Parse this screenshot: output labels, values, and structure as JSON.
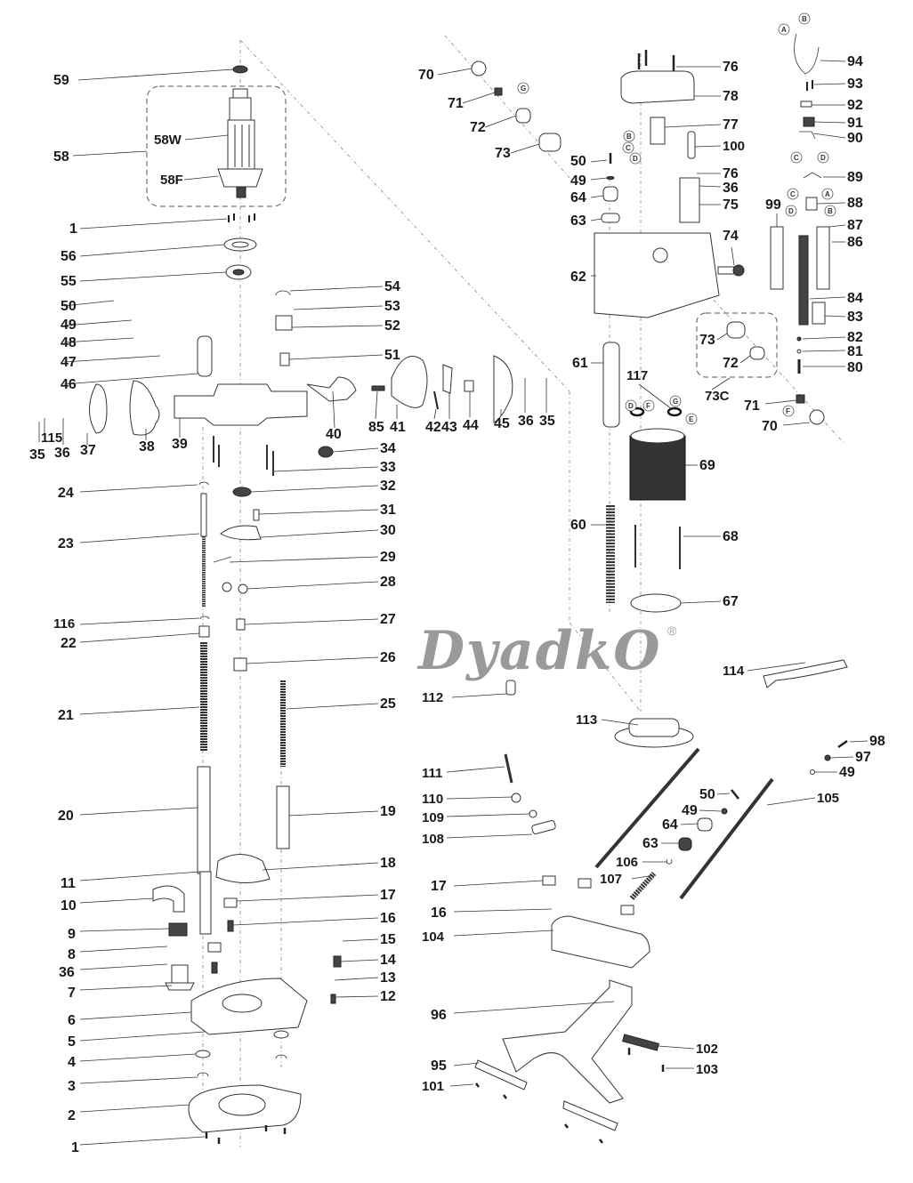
{
  "diagram": {
    "title": "Router exploded parts view",
    "watermark": {
      "text": "DyadkO",
      "registered": "®"
    },
    "labels": [
      {
        "id": "59",
        "text": "59"
      },
      {
        "id": "58",
        "text": "58"
      },
      {
        "id": "58W",
        "text": "58W"
      },
      {
        "id": "58F",
        "text": "58F"
      },
      {
        "id": "1a",
        "text": "1"
      },
      {
        "id": "56",
        "text": "56"
      },
      {
        "id": "55",
        "text": "55"
      },
      {
        "id": "54",
        "text": "54"
      },
      {
        "id": "53",
        "text": "53"
      },
      {
        "id": "52",
        "text": "52"
      },
      {
        "id": "51",
        "text": "51"
      },
      {
        "id": "50a",
        "text": "50"
      },
      {
        "id": "49a",
        "text": "49"
      },
      {
        "id": "48",
        "text": "48"
      },
      {
        "id": "47",
        "text": "47"
      },
      {
        "id": "46",
        "text": "46"
      },
      {
        "id": "35a",
        "text": "35"
      },
      {
        "id": "115",
        "text": "115"
      },
      {
        "id": "36a",
        "text": "36"
      },
      {
        "id": "37",
        "text": "37"
      },
      {
        "id": "38",
        "text": "38"
      },
      {
        "id": "39",
        "text": "39"
      },
      {
        "id": "40",
        "text": "40"
      },
      {
        "id": "85",
        "text": "85"
      },
      {
        "id": "41",
        "text": "41"
      },
      {
        "id": "42",
        "text": "42"
      },
      {
        "id": "43",
        "text": "43"
      },
      {
        "id": "44",
        "text": "44"
      },
      {
        "id": "45",
        "text": "45"
      },
      {
        "id": "36b",
        "text": "36"
      },
      {
        "id": "35b",
        "text": "35"
      },
      {
        "id": "34",
        "text": "34"
      },
      {
        "id": "33",
        "text": "33"
      },
      {
        "id": "32",
        "text": "32"
      },
      {
        "id": "31",
        "text": "31"
      },
      {
        "id": "30",
        "text": "30"
      },
      {
        "id": "29",
        "text": "29"
      },
      {
        "id": "28",
        "text": "28"
      },
      {
        "id": "27",
        "text": "27"
      },
      {
        "id": "26",
        "text": "26"
      },
      {
        "id": "25",
        "text": "25"
      },
      {
        "id": "24",
        "text": "24"
      },
      {
        "id": "23",
        "text": "23"
      },
      {
        "id": "116",
        "text": "116"
      },
      {
        "id": "22",
        "text": "22"
      },
      {
        "id": "21",
        "text": "21"
      },
      {
        "id": "20",
        "text": "20"
      },
      {
        "id": "19",
        "text": "19"
      },
      {
        "id": "18",
        "text": "18"
      },
      {
        "id": "17a",
        "text": "17"
      },
      {
        "id": "16a",
        "text": "16"
      },
      {
        "id": "15",
        "text": "15"
      },
      {
        "id": "14",
        "text": "14"
      },
      {
        "id": "13",
        "text": "13"
      },
      {
        "id": "12",
        "text": "12"
      },
      {
        "id": "11",
        "text": "11"
      },
      {
        "id": "10",
        "text": "10"
      },
      {
        "id": "9",
        "text": "9"
      },
      {
        "id": "8",
        "text": "8"
      },
      {
        "id": "36c",
        "text": "36"
      },
      {
        "id": "7",
        "text": "7"
      },
      {
        "id": "6",
        "text": "6"
      },
      {
        "id": "5",
        "text": "5"
      },
      {
        "id": "4",
        "text": "4"
      },
      {
        "id": "3",
        "text": "3"
      },
      {
        "id": "2",
        "text": "2"
      },
      {
        "id": "1b",
        "text": "1"
      },
      {
        "id": "70a",
        "text": "70"
      },
      {
        "id": "71a",
        "text": "71"
      },
      {
        "id": "72a",
        "text": "72"
      },
      {
        "id": "73a",
        "text": "73"
      },
      {
        "id": "76a",
        "text": "76"
      },
      {
        "id": "78",
        "text": "78"
      },
      {
        "id": "77",
        "text": "77"
      },
      {
        "id": "100",
        "text": "100"
      },
      {
        "id": "50b",
        "text": "50"
      },
      {
        "id": "49b",
        "text": "49"
      },
      {
        "id": "64a",
        "text": "64"
      },
      {
        "id": "63a",
        "text": "63"
      },
      {
        "id": "76b",
        "text": "76"
      },
      {
        "id": "36d",
        "text": "36"
      },
      {
        "id": "75",
        "text": "75"
      },
      {
        "id": "74",
        "text": "74"
      },
      {
        "id": "62",
        "text": "62"
      },
      {
        "id": "94",
        "text": "94"
      },
      {
        "id": "93",
        "text": "93"
      },
      {
        "id": "92",
        "text": "92"
      },
      {
        "id": "91",
        "text": "91"
      },
      {
        "id": "90",
        "text": "90"
      },
      {
        "id": "89",
        "text": "89"
      },
      {
        "id": "88",
        "text": "88"
      },
      {
        "id": "99",
        "text": "99"
      },
      {
        "id": "87",
        "text": "87"
      },
      {
        "id": "86",
        "text": "86"
      },
      {
        "id": "84",
        "text": "84"
      },
      {
        "id": "83",
        "text": "83"
      },
      {
        "id": "82",
        "text": "82"
      },
      {
        "id": "81",
        "text": "81"
      },
      {
        "id": "80",
        "text": "80"
      },
      {
        "id": "73b",
        "text": "73"
      },
      {
        "id": "72b",
        "text": "72"
      },
      {
        "id": "73C",
        "text": "73C"
      },
      {
        "id": "71b",
        "text": "71"
      },
      {
        "id": "70b",
        "text": "70"
      },
      {
        "id": "61",
        "text": "61"
      },
      {
        "id": "117",
        "text": "117"
      },
      {
        "id": "69",
        "text": "69"
      },
      {
        "id": "60",
        "text": "60"
      },
      {
        "id": "68",
        "text": "68"
      },
      {
        "id": "67",
        "text": "67"
      },
      {
        "id": "114",
        "text": "114"
      },
      {
        "id": "112",
        "text": "112"
      },
      {
        "id": "113",
        "text": "113"
      },
      {
        "id": "98",
        "text": "98"
      },
      {
        "id": "97",
        "text": "97"
      },
      {
        "id": "49c",
        "text": "49"
      },
      {
        "id": "105",
        "text": "105"
      },
      {
        "id": "111",
        "text": "111"
      },
      {
        "id": "50c",
        "text": "50"
      },
      {
        "id": "49d",
        "text": "49"
      },
      {
        "id": "110",
        "text": "110"
      },
      {
        "id": "109",
        "text": "109"
      },
      {
        "id": "64b",
        "text": "64"
      },
      {
        "id": "108",
        "text": "108"
      },
      {
        "id": "63b",
        "text": "63"
      },
      {
        "id": "106",
        "text": "106"
      },
      {
        "id": "107",
        "text": "107"
      },
      {
        "id": "17b",
        "text": "17"
      },
      {
        "id": "16b",
        "text": "16"
      },
      {
        "id": "104",
        "text": "104"
      },
      {
        "id": "96",
        "text": "96"
      },
      {
        "id": "102",
        "text": "102"
      },
      {
        "id": "95",
        "text": "95"
      },
      {
        "id": "103",
        "text": "103"
      },
      {
        "id": "101",
        "text": "101"
      }
    ],
    "connectors": [
      "A",
      "B",
      "C",
      "D",
      "E",
      "F",
      "G"
    ]
  }
}
